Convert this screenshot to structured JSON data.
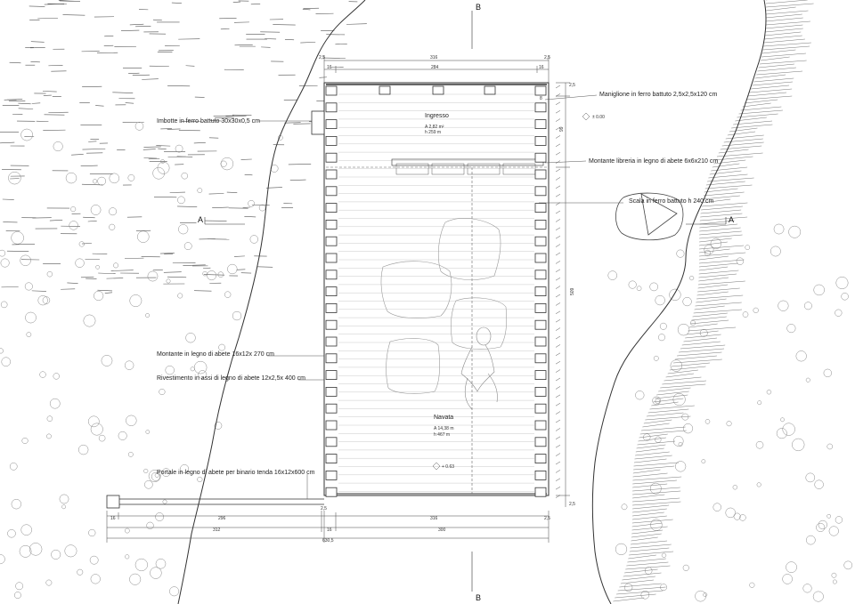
{
  "section_marks": {
    "a": "A",
    "b": "B"
  },
  "rooms": {
    "ingresso": {
      "name": "Ingresso",
      "area": "A 2,82 m²",
      "height": "h 259 m"
    },
    "navata": {
      "name": "Navata",
      "area": "A 14,38 m",
      "height": "h 467 m"
    }
  },
  "levels": {
    "entrance": "± 0.00",
    "nave": "+ 0.63"
  },
  "annotations": {
    "maniglione": "Maniglione in ferro battuto 2,5x2,5x120 cm",
    "imbotte": "Imbotte in ferro battuto 30x30x0,5 cm",
    "montante_libreria": "Montante libreria in legno di abete 6x6x210 cm",
    "scala": "Scala in ferro battuto h 240 cm",
    "montante": "Montante in legno di abete 16x12x 270 cm",
    "rivestimento": "Rivestimento in assi di legno di abete 12x2,5x 400 cm",
    "portale": "Portale in legno di abete per binario tenda 16x12x600 cm"
  },
  "dimensions": {
    "top_total": "316",
    "top_left_edge": "2,5",
    "top_right_edge": "2,5",
    "top_left_post": "16",
    "top_inner": "284",
    "top_right_post": "16",
    "right_small_top": "2,5",
    "right_segment": "8",
    "right_entrance": "99",
    "right_nave": "509",
    "right_small_bottom": "2,5",
    "bottom_left_post": "16",
    "bottom_portal": "296",
    "bottom_edge_left": "2,5",
    "bottom_total_nave": "316",
    "bottom_edge_right": "2,5",
    "bottom_312": "312",
    "bottom_16": "16",
    "bottom_300": "300",
    "bottom_overall": "630,5"
  }
}
